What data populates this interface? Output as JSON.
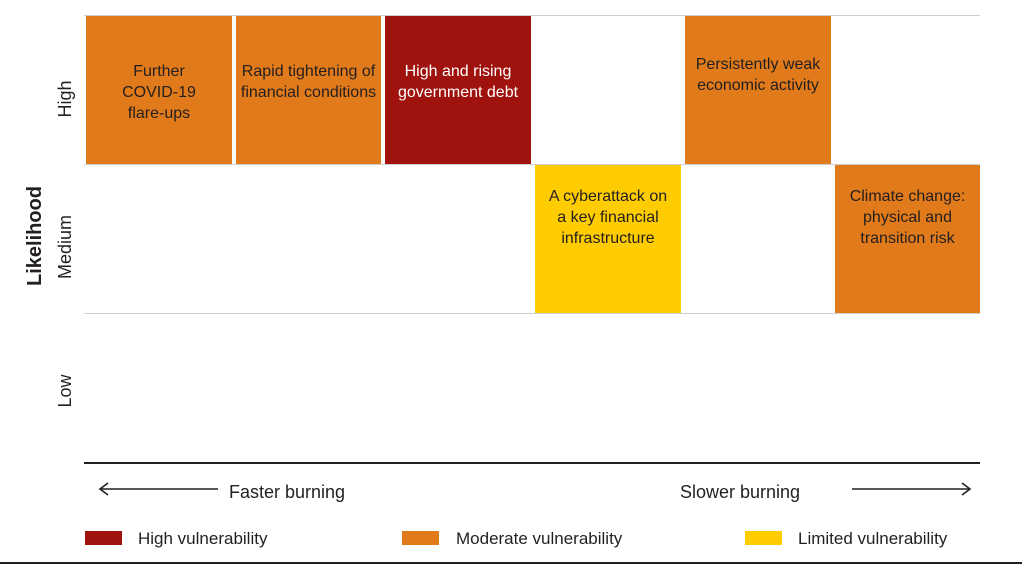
{
  "chart_data": {
    "type": "heatmap",
    "y_axis_label": "Likelihood",
    "y_categories": [
      "High",
      "Medium",
      "Low"
    ],
    "x_axis_left_label": "Faster burning",
    "x_axis_right_label": "Slower burning",
    "cells": [
      {
        "label": "Further COVID-19 flare-ups",
        "likelihood": "High",
        "column": 1,
        "vulnerability": "Moderate vulnerability",
        "color": "#e07a1a"
      },
      {
        "label": "Rapid tightening of financial conditions",
        "likelihood": "High",
        "column": 2,
        "vulnerability": "Moderate vulnerability",
        "color": "#e07a1a"
      },
      {
        "label": "High and rising government debt",
        "likelihood": "High",
        "column": 3,
        "vulnerability": "High vulnerability",
        "color": "#a0120d"
      },
      {
        "label": "A cyberattack on a key financial infrastructure",
        "likelihood": "Medium",
        "column": 4,
        "vulnerability": "Limited vulnerability",
        "color": "#ffcc00"
      },
      {
        "label": "Persistently weak economic activity",
        "likelihood": "High",
        "column": 5,
        "vulnerability": "Moderate vulnerability",
        "color": "#e07a1a"
      },
      {
        "label": "Climate change: physical and transition risk",
        "likelihood": "Medium",
        "column": 6,
        "vulnerability": "Moderate vulnerability",
        "color": "#e07a1a"
      }
    ],
    "legend": [
      {
        "label": "High vulnerability",
        "color": "#a0120d"
      },
      {
        "label": "Moderate vulnerability",
        "color": "#e07a1a"
      },
      {
        "label": "Limited vulnerability",
        "color": "#ffcc00"
      }
    ],
    "grid": true
  }
}
